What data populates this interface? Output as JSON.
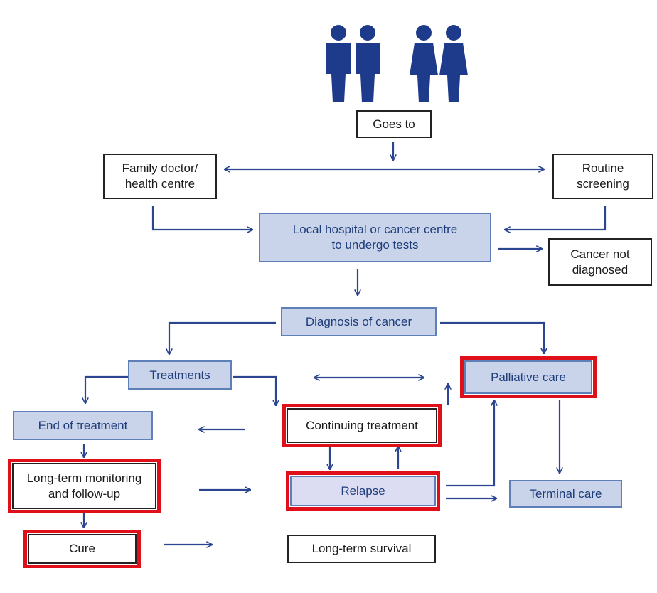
{
  "colors": {
    "arrow": "#2b4590",
    "figure": "#1e3a8a",
    "box_blue_fill": "#c9d4ea",
    "box_lavender_fill": "#dcdcf2",
    "box_border_blue": "#5f7fb8",
    "highlight_red": "#e0101a"
  },
  "icons": [
    "man-figure-icon",
    "man-figure-icon",
    "woman-figure-icon",
    "woman-figure-icon"
  ],
  "nodes": {
    "goes_to": "Goes to",
    "family_doctor": "Family doctor/\nhealth centre",
    "routine_screening": "Routine\nscreening",
    "local_hospital": "Local hospital or cancer centre\nto undergo tests",
    "cancer_not_diagnosed": "Cancer not\ndiagnosed",
    "diagnosis": "Diagnosis of cancer",
    "treatments": "Treatments",
    "palliative_care": "Palliative care",
    "end_of_treatment": "End of treatment",
    "continuing_treatment": "Continuing treatment",
    "long_term_monitoring": "Long-term monitoring\nand follow-up",
    "relapse": "Relapse",
    "terminal_care": "Terminal care",
    "cure": "Cure",
    "long_term_survival": "Long-term survival"
  },
  "highlighted": [
    "palliative_care",
    "continuing_treatment",
    "long_term_monitoring",
    "relapse",
    "cure"
  ]
}
